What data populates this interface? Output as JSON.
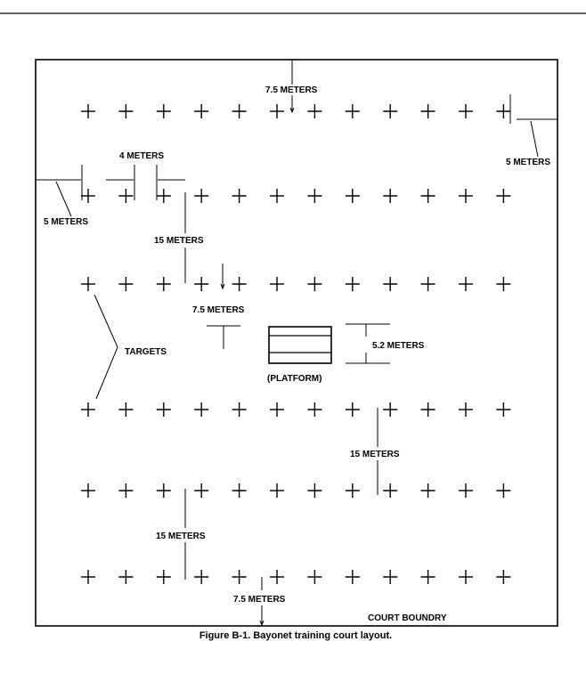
{
  "caption": "Figure B-1.  Bayonet training court layout.",
  "labels": {
    "top_spacing": "7.5 METERS",
    "right_margin": "5 METERS",
    "target_gap": "4 METERS",
    "left_margin": "5 METERS",
    "row_gap_1": "15 METERS",
    "row_to_platform": "7.5 METERS",
    "targets": "TARGETS",
    "platform_depth": "5.2 METERS",
    "platform": "(PLATFORM)",
    "row_gap_2": "15 METERS",
    "row_gap_3": "15 METERS",
    "bottom_spacing": "7.5 METERS",
    "boundary": "COURT BOUNDRY"
  },
  "target_grid": {
    "rows": 6,
    "columns": 12
  },
  "colors": {
    "ink": "#000000",
    "paper": "#ffffff"
  }
}
